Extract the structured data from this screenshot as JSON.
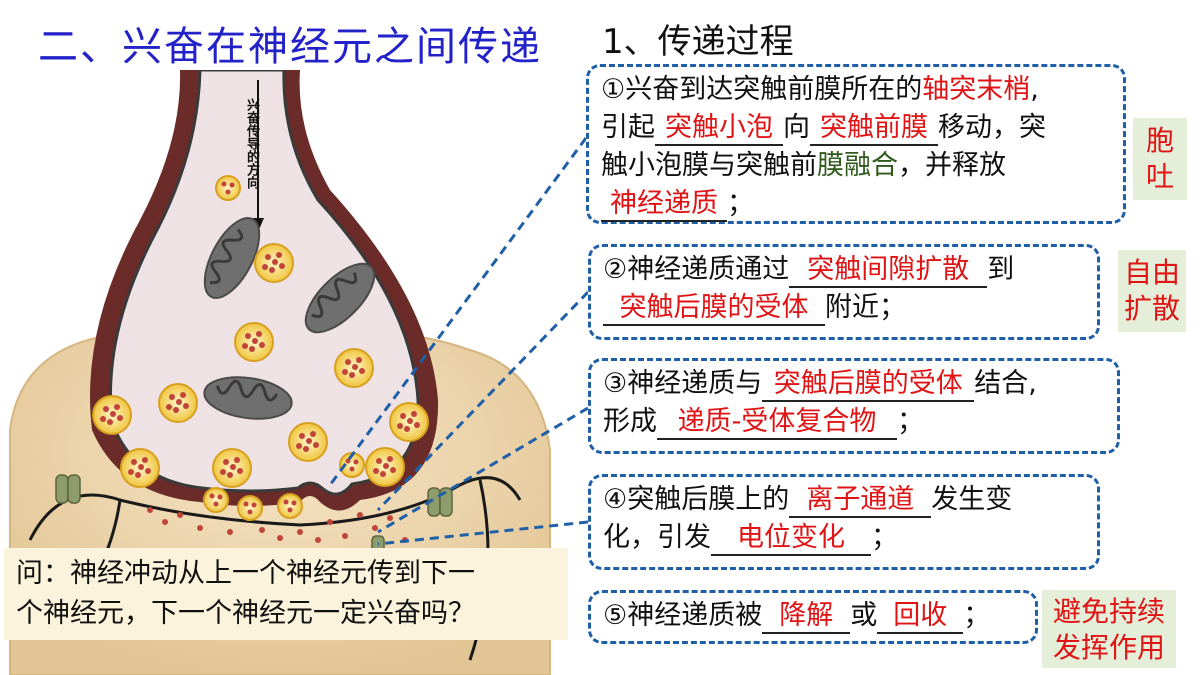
{
  "title": "二、兴奋在神经元之间传递",
  "subtitle": "1、传递过程",
  "diagram": {
    "arrow_label": "兴奋传导的方向"
  },
  "steps": [
    {
      "row1_pre": "①兴奋到达突触前膜所在的",
      "row1_fill": "轴突末梢",
      "row1_post": ",",
      "row2_pre": "引起",
      "row2_fill1": "突触小泡",
      "row2_mid": "向",
      "row2_fill2": "突触前膜",
      "row2_post": "移动，突",
      "row3_pre": "触小泡膜与突触前",
      "row3_green": "膜融合",
      "row3_post": "，并释放",
      "row4_fill": "神经递质",
      "row4_post": "；"
    },
    {
      "row1_pre": "②神经递质通过",
      "row1_fill": "突触间隙扩散",
      "row1_post": "到",
      "row2_fill": "突触后膜的受体",
      "row2_post": "附近；"
    },
    {
      "row1_pre": "③神经递质与",
      "row1_fill": "突触后膜的受体",
      "row1_post": "结合,",
      "row2_pre": "形成",
      "row2_fill": "递质-受体复合物",
      "row2_post": "；"
    },
    {
      "row1_pre": "④突触后膜上的",
      "row1_fill": "离子通道",
      "row1_post": "发生变",
      "row2_pre": "化，引发",
      "row2_fill": "电位变化",
      "row2_post": "；"
    },
    {
      "row1_pre": "⑤神经递质被",
      "row1_fill1": "降解",
      "row1_mid": "或",
      "row1_fill2": "回收",
      "row1_post": "；"
    }
  ],
  "notes": {
    "exocytosis": [
      "胞",
      "吐"
    ],
    "free_diffusion": [
      "自由",
      "扩散"
    ],
    "avoid": [
      "避免持续",
      "发挥作用"
    ]
  },
  "question": {
    "line1": "问：神经冲动从上一个神经元传到下一",
    "line2": "个神经元，下一个神经元一定兴奋吗？"
  },
  "colors": {
    "title": "#2222c8",
    "fill": "#e01414",
    "dash": "#1f5fa8",
    "note_bg": "#e4eed9"
  }
}
